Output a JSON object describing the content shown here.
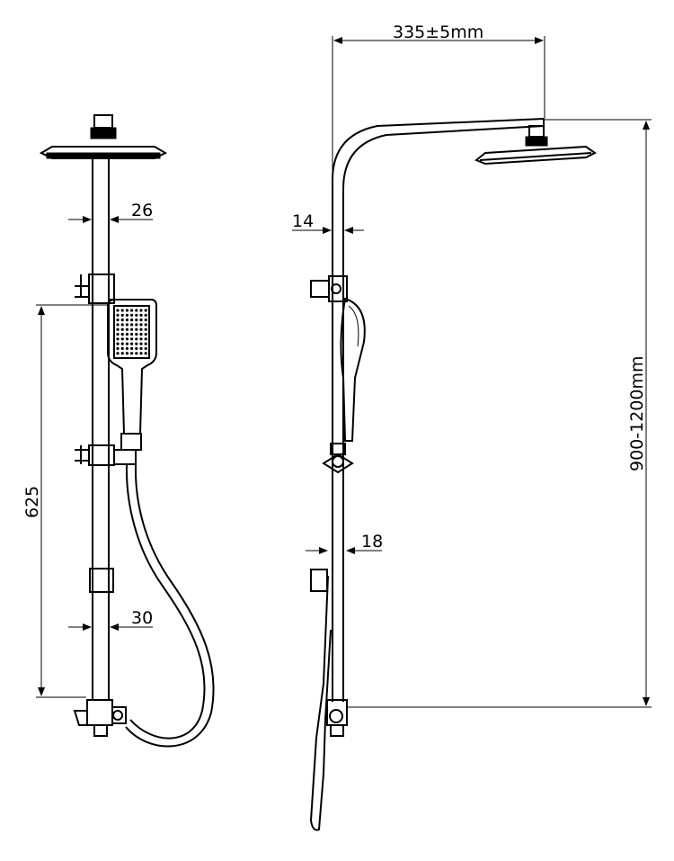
{
  "dimensions": {
    "head_arm_reach": "335±5mm",
    "rail_diameter_front": "26",
    "rail_diameter_side": "14",
    "slide_bar_diameter": "18",
    "lower_rail_diameter": "30",
    "bracket_spacing": "625",
    "total_height_range": "900-1200mm"
  }
}
